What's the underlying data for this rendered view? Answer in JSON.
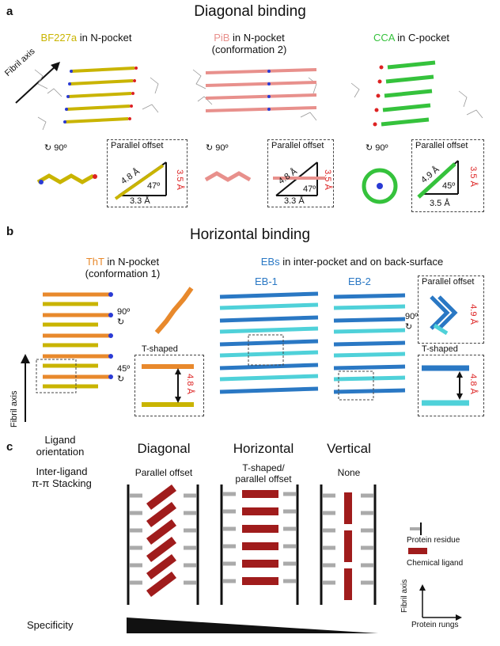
{
  "panel_a": {
    "letter": "a",
    "title": "Diagonal binding",
    "fibril_axis": "Fibril axis",
    "rotation": "90º",
    "structures": [
      {
        "ligand": "BF227a",
        "suffix": " in N-pocket",
        "line2": "",
        "ligand_color": "#c9b400",
        "inset_title": "Parallel offset",
        "dist": "4.8 Å",
        "angle": "47º",
        "base": "3.3 Å",
        "height": "3.5 Å"
      },
      {
        "ligand": "PiB",
        "suffix": " in N-pocket",
        "line2": "(conformation 2)",
        "ligand_color": "#e8908c",
        "inset_title": "Parallel offset",
        "dist": "4.8 Å",
        "angle": "47º",
        "base": "3.3 Å",
        "height": "3.5 Å"
      },
      {
        "ligand": "CCA",
        "suffix": " in C-pocket",
        "line2": "",
        "ligand_color": "#35c23c",
        "inset_title": "Parallel offset",
        "dist": "4.9 Å",
        "angle": "45º",
        "base": "3.5 Å",
        "height": "3.5 Å"
      }
    ]
  },
  "panel_b": {
    "letter": "b",
    "title": "Horizontal binding",
    "fibril_axis": "Fibril axis",
    "tht": {
      "ligand": "ThT",
      "suffix": " in N-pocket",
      "line2": "(conformation 1)",
      "ligand_color": "#e8892c",
      "rot1": "90º",
      "rot2": "45º",
      "inset_title": "T-shaped",
      "dist": "4.8 Å"
    },
    "ebs": {
      "ligand": "EBs",
      "suffix": " in inter-pocket and on back-surface",
      "ligand_color": "#2a78c4",
      "eb1": "EB-1",
      "eb2": "EB-2",
      "rot": "90º",
      "inset1_title": "Parallel offset",
      "inset1_dist": "4.9 Å",
      "inset2_title": "T-shaped",
      "inset2_dist": "4.8 Å"
    }
  },
  "panel_c": {
    "letter": "c",
    "row1": [
      "Ligand",
      "orientation"
    ],
    "row2": [
      "Inter-ligand",
      "π-π Stacking"
    ],
    "columns": [
      {
        "head": "Diagonal",
        "sub": [
          "Parallel offset"
        ]
      },
      {
        "head": "Horizontal",
        "sub": [
          "T-shaped/",
          "parallel offset"
        ]
      },
      {
        "head": "Vertical",
        "sub": [
          "None"
        ]
      }
    ],
    "legend": {
      "residue": "Protein residue",
      "ligand": "Chemical ligand",
      "axis_y": "Fibril axis",
      "axis_x": "Protein rungs"
    },
    "specificity": "Specificity",
    "colors": {
      "ligand": "#a01c1c",
      "residue": "#aaaaaa",
      "rail": "#111111"
    }
  }
}
